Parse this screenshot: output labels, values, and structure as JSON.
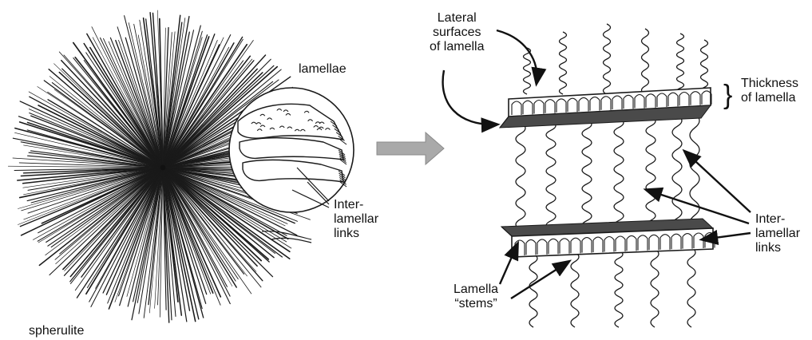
{
  "left_panel": {
    "lamellae_label": "lamellae",
    "interlamellar_label": [
      "Inter-",
      "lamellar",
      "links"
    ],
    "spherulite_label": "spherulite"
  },
  "right_panel": {
    "lateral_label": [
      "Lateral",
      "surfaces",
      "of lamella"
    ],
    "thickness_label": [
      "Thickness",
      "of lamella"
    ],
    "thickness_brace": "}",
    "interlamellar_label": [
      "Inter-",
      "lamellar",
      "links"
    ],
    "stems_label": [
      "Lamella",
      "“stems”"
    ]
  },
  "colors": {
    "ink": "#111111",
    "process_arrow": "#a9a9a9"
  }
}
